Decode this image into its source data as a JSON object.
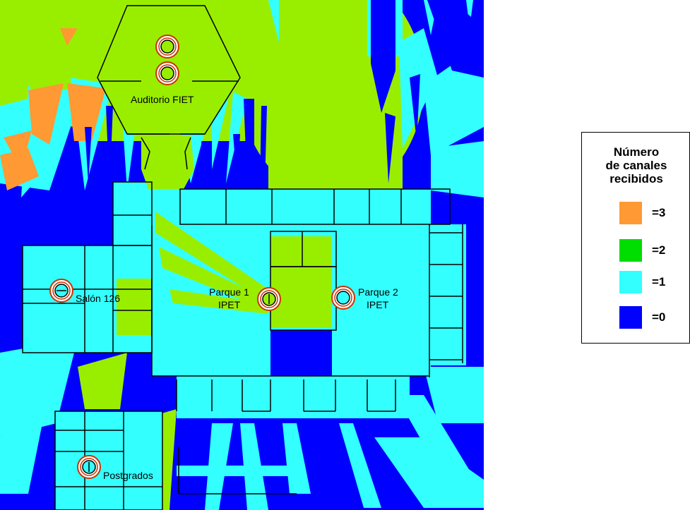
{
  "map": {
    "labels": {
      "auditorio": "Auditorio FIET",
      "salon": "Salón 126",
      "parque1_l1": "Parque 1",
      "parque1_l2": "IPET",
      "parque2_l1": "Parque 2",
      "parque2_l2": "IPET",
      "postgrados": "Postgrados"
    }
  },
  "legend": {
    "title_l1": "Número",
    "title_l2": "de canales",
    "title_l3": "recibidos",
    "items": [
      {
        "label": "=3",
        "color": "#FF9933"
      },
      {
        "label": "=2",
        "color": "#00DD00"
      },
      {
        "label": "=1",
        "color": "#33FFFF"
      },
      {
        "label": "=0",
        "color": "#0000FF"
      }
    ]
  },
  "colors": {
    "zero": "#0000FF",
    "one": "#33FFFF",
    "two_map": "#99EE00",
    "three": "#FF9933",
    "wall": "#000000",
    "antenna_ring": "#CC3300"
  }
}
